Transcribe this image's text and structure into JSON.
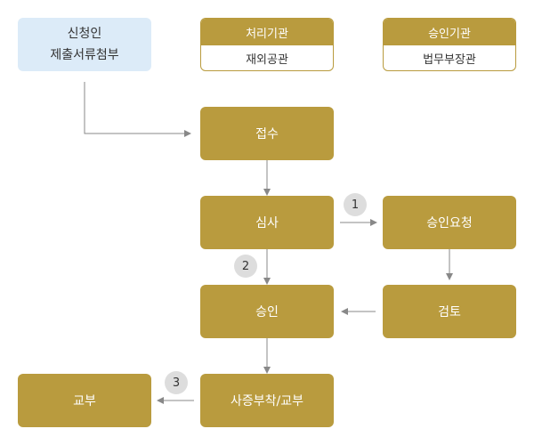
{
  "applicant": {
    "line1": "신청인",
    "line2": "제출서류첨부"
  },
  "processing_org": {
    "header": "처리기관",
    "value": "재외공관"
  },
  "approving_org": {
    "header": "승인기관",
    "value": "법무부장관"
  },
  "steps": {
    "receipt": "접수",
    "review": "심사",
    "approval_request": "승인요청",
    "examination": "검토",
    "approval": "승인",
    "visa_issue": "사증부착/교부",
    "delivery": "교부"
  },
  "badges": {
    "b1": "1",
    "b2": "2",
    "b3": "3"
  },
  "colors": {
    "gold": "#b99b3e",
    "applicant_bg": "#dcebf8",
    "arrow": "#888888",
    "badge_bg": "#dddddd"
  }
}
